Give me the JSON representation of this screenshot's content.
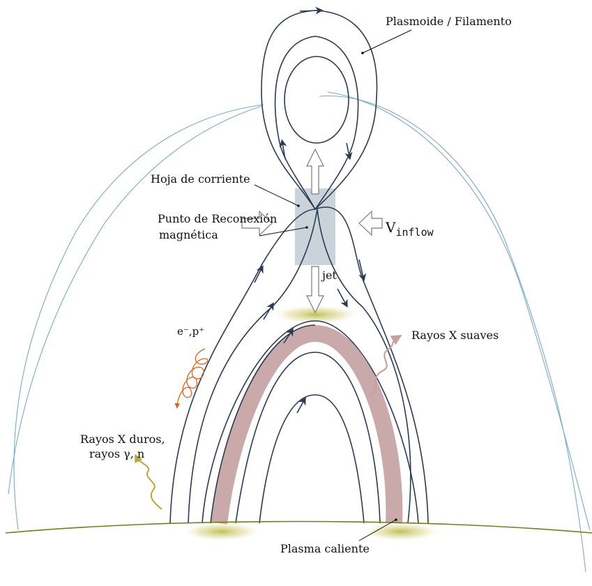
{
  "labels": {
    "plasmoid": "Plasmoide / Filamento",
    "current_sheet": "Hoja de corriente",
    "reconnection_line1": "Punto de Reconexión",
    "reconnection_line2": "magnética",
    "v_symbol": "V",
    "v_subscript": "inflow",
    "jet": "jet",
    "particles": "e⁻,p⁺",
    "soft_xrays": "Rayos X suaves",
    "hard_xrays_line1": "Rayos X duros,",
    "hard_xrays_line2": "rayos γ, n",
    "hot_plasma": "Plasma caliente"
  },
  "colors": {
    "field_lines": "#2a3a55",
    "outer_lines": "#7aaac4",
    "hot_loop": "#c9a9a9",
    "reconnection_box": "#c5ced6",
    "footpoint_glow": "#b8b84a",
    "surface": "#7a7a1e",
    "particle_spiral": "#d2691e",
    "soft_xray_wave": "#c9a0a0",
    "hard_xray_wave": "#b5a83a"
  }
}
